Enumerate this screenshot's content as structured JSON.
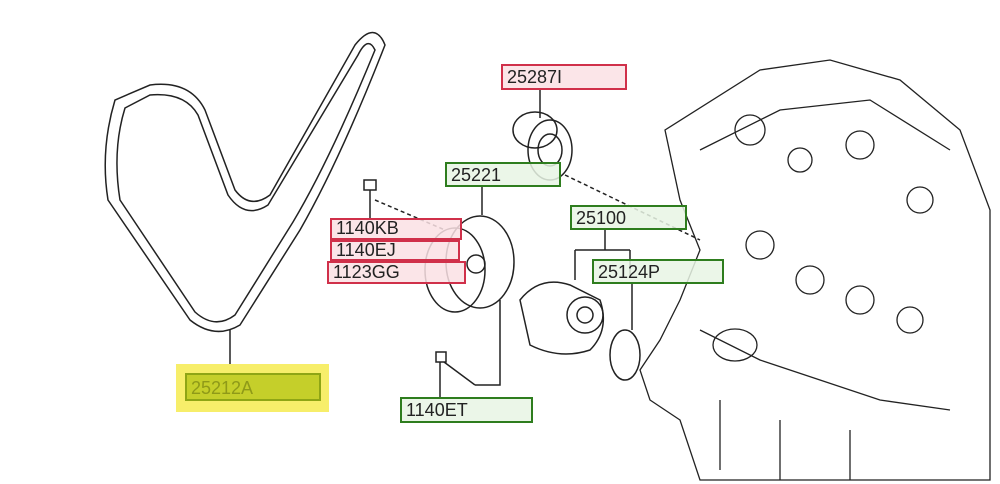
{
  "labels": {
    "l25287I": "25287I",
    "l25221": "25221",
    "l25100": "25100",
    "l25124P": "25124P",
    "l1140KB": "1140KB",
    "l1140EJ": "1140EJ",
    "l1123GG": "1123GG",
    "l25212A": "25212A",
    "l1140ET": "1140ET"
  },
  "colors": {
    "red": "#d0304a",
    "green": "#2e7d1e",
    "highlight": "#f7ee6a"
  }
}
